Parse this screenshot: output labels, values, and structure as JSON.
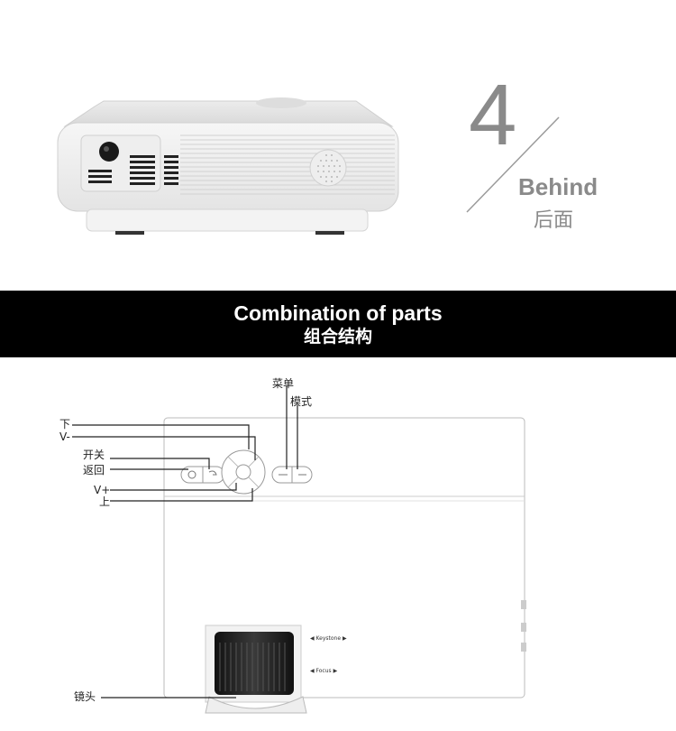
{
  "top": {
    "number": "4",
    "title_en": "Behind",
    "title_cn": "后面"
  },
  "banner": {
    "title_en": "Combination of parts",
    "title_cn": "组合结构"
  },
  "labels": {
    "down": "下",
    "v_minus": "V-",
    "power": "开关",
    "back": "返回",
    "v_plus": "V+",
    "up": "上",
    "menu": "菜单",
    "mode": "模式",
    "lens": "镜头"
  },
  "device": {
    "keystone": "◀ Keystone ▶",
    "focus": "◀ Focus ▶"
  },
  "colors": {
    "banner": "#000000",
    "accent_gray": "#8a8a8a",
    "device_white": "#ffffff",
    "outline": "#bbbbbb"
  }
}
